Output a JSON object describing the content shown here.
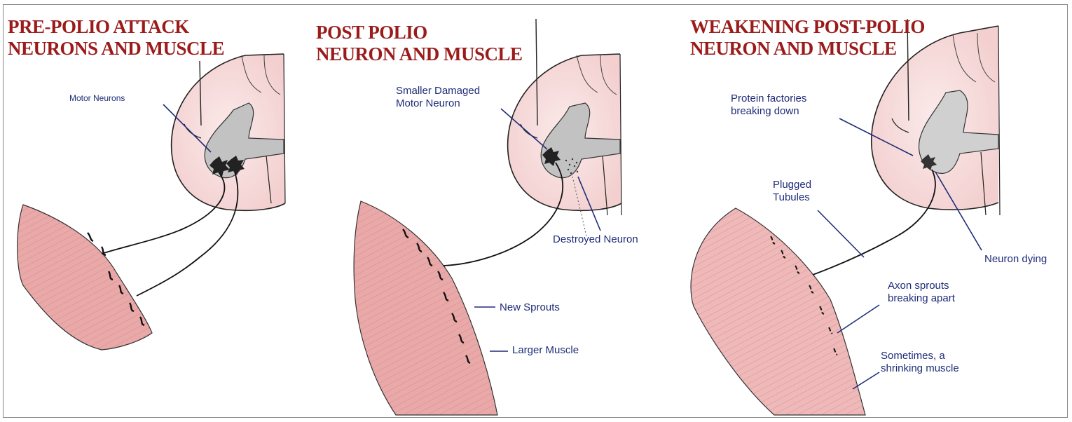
{
  "panels": [
    {
      "title_line1": "PRE-POLIO ATTACK",
      "title_line2": "NEURONS AND MUSCLE",
      "labels": {
        "motor_neurons": "Motor Neurons"
      }
    },
    {
      "title_line1": "POST POLIO",
      "title_line2": "NEURON AND MUSCLE",
      "labels": {
        "smaller_damaged_1": "Smaller Damaged",
        "smaller_damaged_2": "Motor Neuron",
        "destroyed_neuron": "Destroyed Neuron",
        "new_sprouts": "New Sprouts",
        "larger_muscle": "Larger Muscle"
      }
    },
    {
      "title_line1": "WEAKENING  POST-POLIO",
      "title_line2": "NEURON AND MUSCLE",
      "labels": {
        "protein_1": "Protein factories",
        "protein_2": "breaking down",
        "plugged_1": "Plugged",
        "plugged_2": "Tubules",
        "neuron_dying": "Neuron dying",
        "axon_1": "Axon sprouts",
        "axon_2": "breaking apart",
        "shrinking_1": "Sometimes, a",
        "shrinking_2": "shrinking muscle"
      }
    }
  ],
  "colors": {
    "title": "#9b1b1b",
    "label": "#1f2c78",
    "muscle": "#e8a2a2",
    "cord_pink": "#f6dede",
    "gray_matter": "#bdbdbd"
  }
}
